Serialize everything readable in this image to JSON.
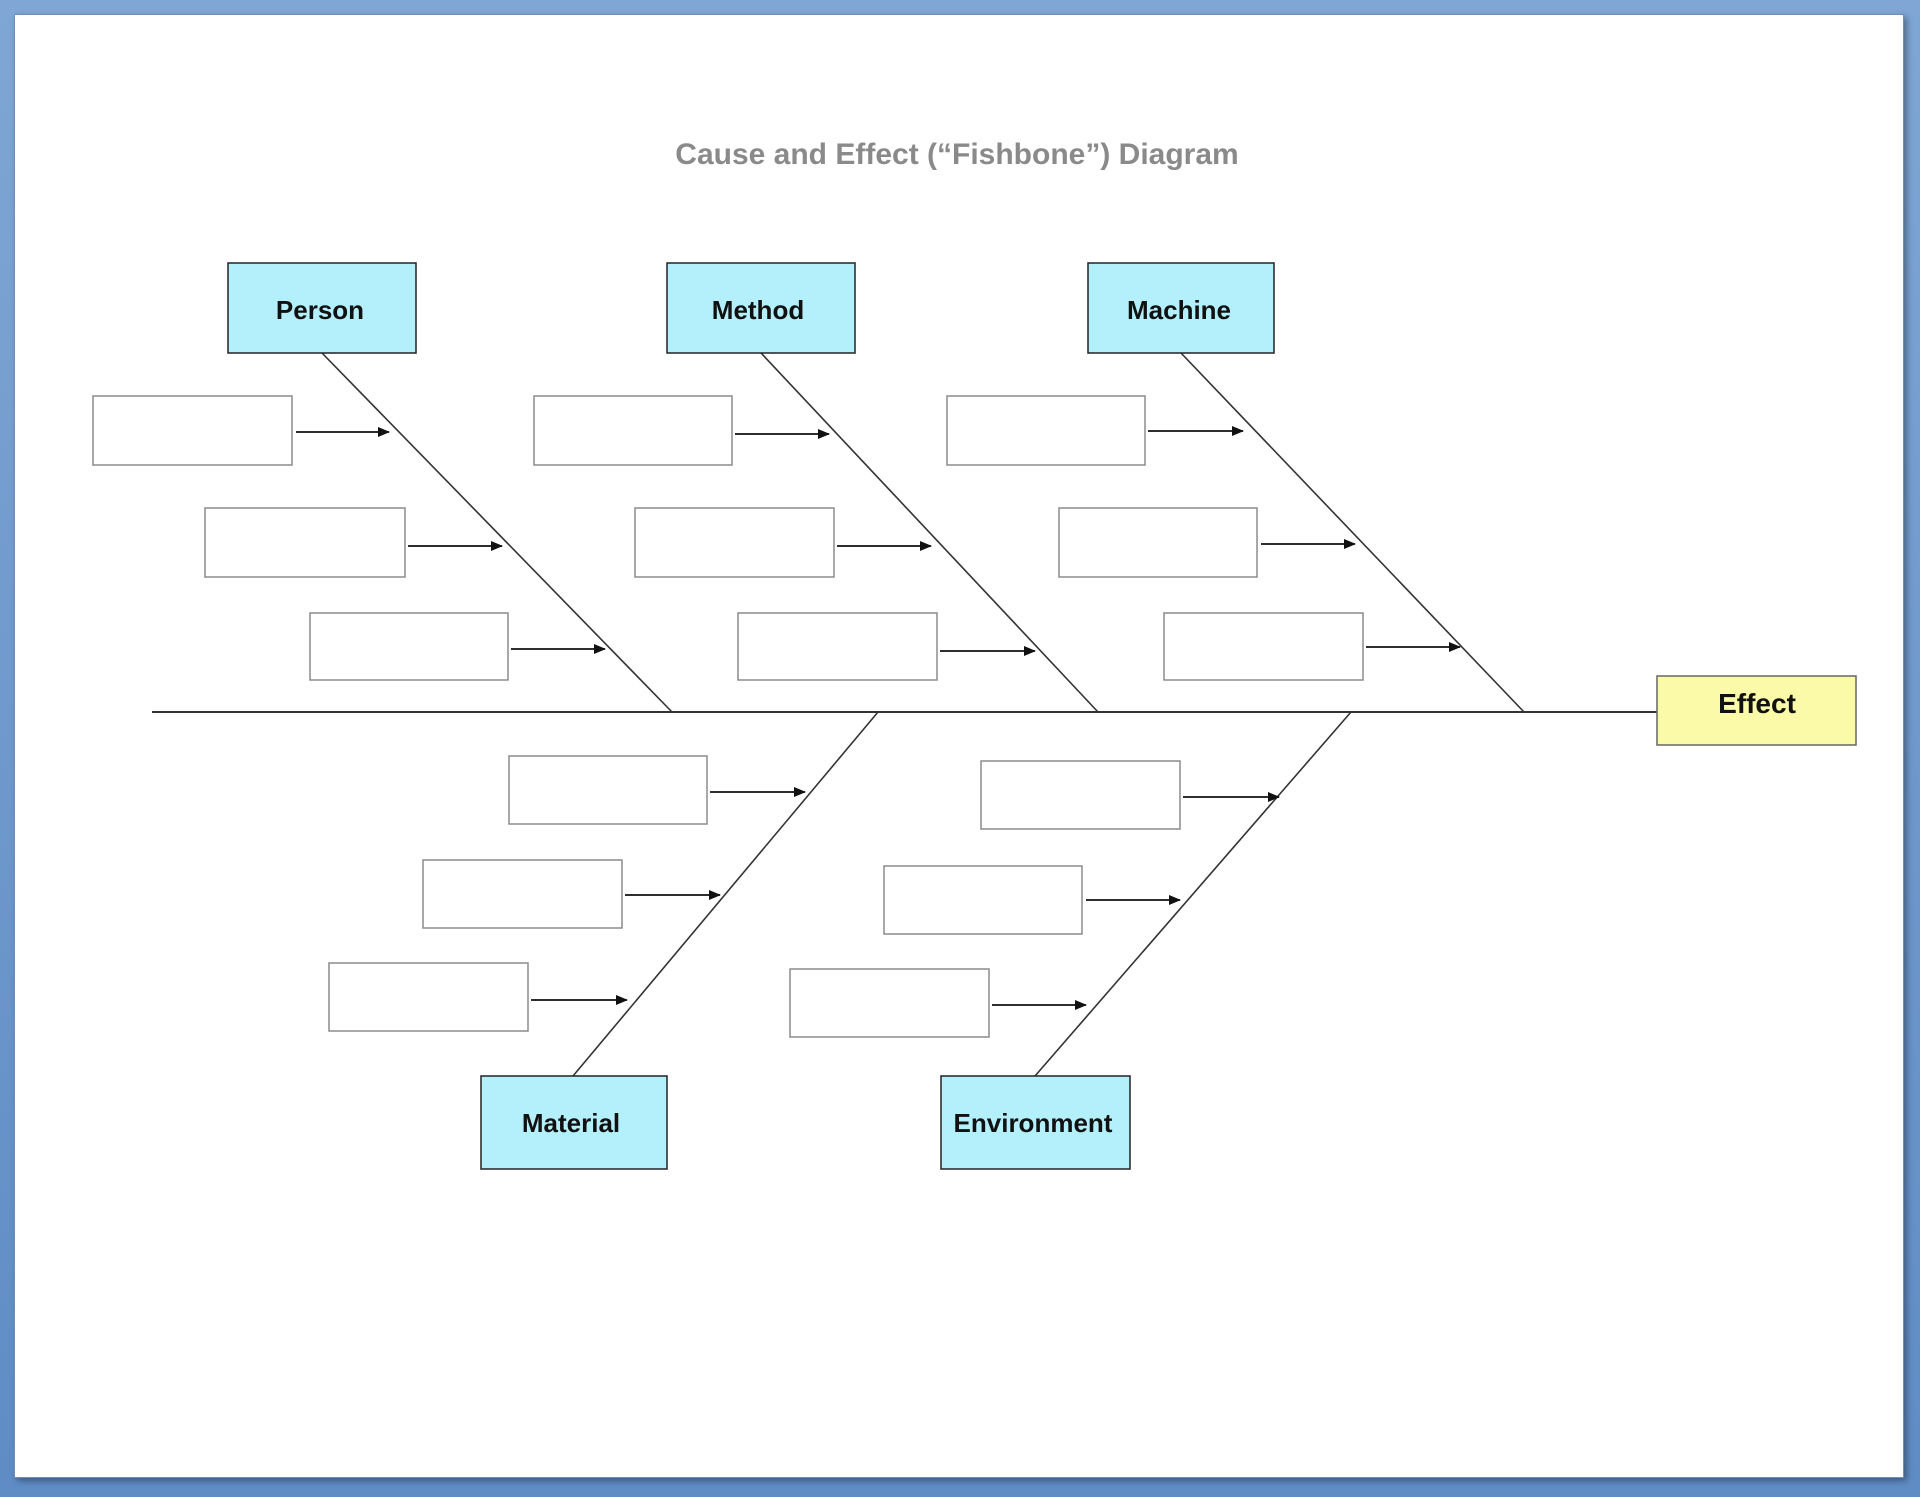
{
  "title": "Cause and Effect (“Fishbone”) Diagram",
  "effect": {
    "label": "Effect"
  },
  "categories": [
    {
      "id": "person",
      "label": "Person",
      "side": "top",
      "cause_boxes": 3
    },
    {
      "id": "method",
      "label": "Method",
      "side": "top",
      "cause_boxes": 3
    },
    {
      "id": "machine",
      "label": "Machine",
      "side": "top",
      "cause_boxes": 3
    },
    {
      "id": "material",
      "label": "Material",
      "side": "bottom",
      "cause_boxes": 3
    },
    {
      "id": "environment",
      "label": "Environment",
      "side": "bottom",
      "cause_boxes": 3
    }
  ],
  "colors": {
    "category_fill": "#b3f0fb",
    "effect_fill": "#fafaa8",
    "line": "#333333",
    "cause_box_border": "#8c8c8c",
    "title": "#8a8a8a"
  }
}
